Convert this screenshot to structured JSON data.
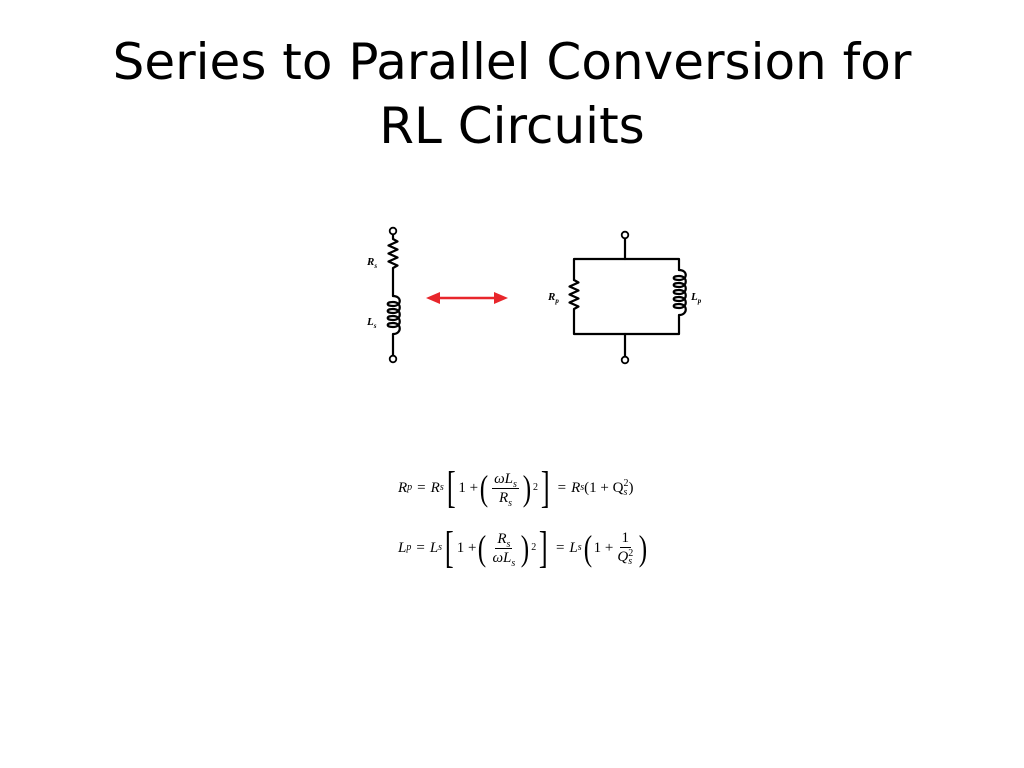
{
  "slide": {
    "title_line1": "Series to Parallel Conversion for",
    "title_line2": "RL Circuits"
  },
  "series_circuit": {
    "resistor_label": "R",
    "resistor_sub": "s",
    "inductor_label": "L",
    "inductor_sub": "s"
  },
  "parallel_circuit": {
    "resistor_label": "R",
    "resistor_sub": "p",
    "inductor_label": "L",
    "inductor_sub": "p"
  },
  "arrow": {
    "color": "#e8262b"
  },
  "equations": {
    "eq1": {
      "lhs": "R",
      "lhs_sub": "p",
      "eq": "=",
      "r": "R",
      "r_sub": "s",
      "one": "1 +",
      "num": "ωL",
      "num_sub": "s",
      "den": "R",
      "den_sub": "s",
      "exp": "2",
      "eq2": "=",
      "rhs": "R",
      "rhs_sub": "s",
      "rhs_tail": "(1 + Q",
      "q_sup": "2",
      "q_sub": "s",
      "close": ")"
    },
    "eq2": {
      "lhs": "L",
      "lhs_sub": "p",
      "eq": "=",
      "l": "L",
      "l_sub": "s",
      "one": "1 +",
      "num": "R",
      "num_sub": "s",
      "den": "ωL",
      "den_sub": "s",
      "exp": "2",
      "eq2": "=",
      "rhs": "L",
      "rhs_sub": "s",
      "one_b": "1 +",
      "frac_num": "1",
      "frac_den": "Q",
      "frac_den_sup": "2",
      "frac_den_sub": "s"
    }
  }
}
